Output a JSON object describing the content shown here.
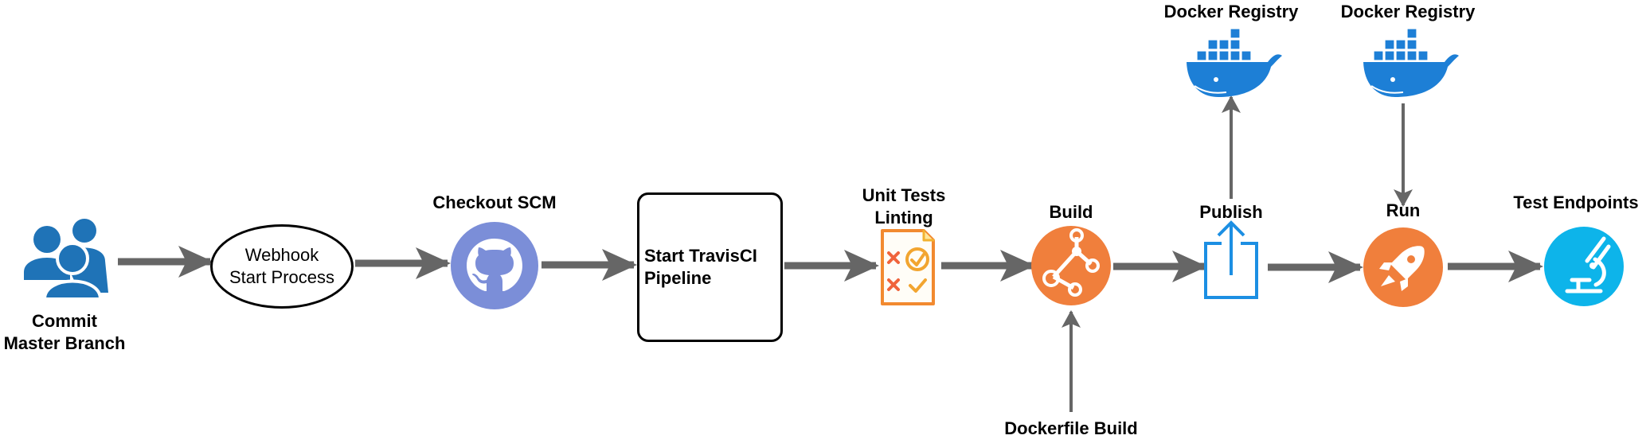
{
  "nodes": {
    "commit": {
      "line1": "Commit",
      "line2": "Master Branch",
      "icon": "users-icon",
      "color": "#1f73b7"
    },
    "webhook": {
      "line1": "Webhook",
      "line2": "Start Process"
    },
    "checkout": {
      "label": "Checkout SCM",
      "icon": "github-icon",
      "color": "#7b8ed8"
    },
    "pipeline": {
      "line1": "Start TravisCI",
      "line2": "Pipeline"
    },
    "tests": {
      "line1": "Unit Tests",
      "line2": "Linting",
      "icon": "checklist-icon"
    },
    "build": {
      "label": "Build",
      "icon": "share-nodes-icon",
      "color": "#f07f3c"
    },
    "dockerfile": {
      "label": "Dockerfile Build"
    },
    "publish": {
      "label": "Publish",
      "icon": "share-upload-icon",
      "color": "#1c8fe3"
    },
    "registry_publish": {
      "label": "Docker Registry",
      "icon": "docker-whale-icon",
      "color": "#1d7fd6"
    },
    "run": {
      "label": "Run",
      "icon": "rocket-icon",
      "color": "#f07f3c"
    },
    "registry_run": {
      "label": "Docker Registry",
      "icon": "docker-whale-icon",
      "color": "#1d7fd6"
    },
    "endpoints": {
      "label": "Test Endpoints",
      "icon": "microscope-icon",
      "color": "#0db4ea"
    }
  },
  "colors": {
    "arrow": "#666666"
  }
}
